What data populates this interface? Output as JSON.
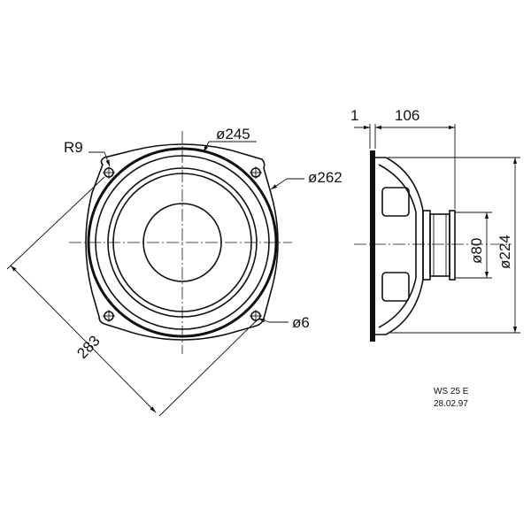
{
  "drawing": {
    "front_view": {
      "labels": {
        "corner_radius": "R9",
        "cone_diameter": "ø245",
        "basket_diameter": "ø262",
        "hole_diameter": "ø6",
        "diagonal_span": "283"
      }
    },
    "side_view": {
      "labels": {
        "flange_thickness": "1",
        "depth": "106",
        "magnet_diameter": "ø80",
        "mounting_diameter": "ø224"
      }
    },
    "title_block": {
      "model": "WS 25 E",
      "date": "28.02.97"
    }
  }
}
